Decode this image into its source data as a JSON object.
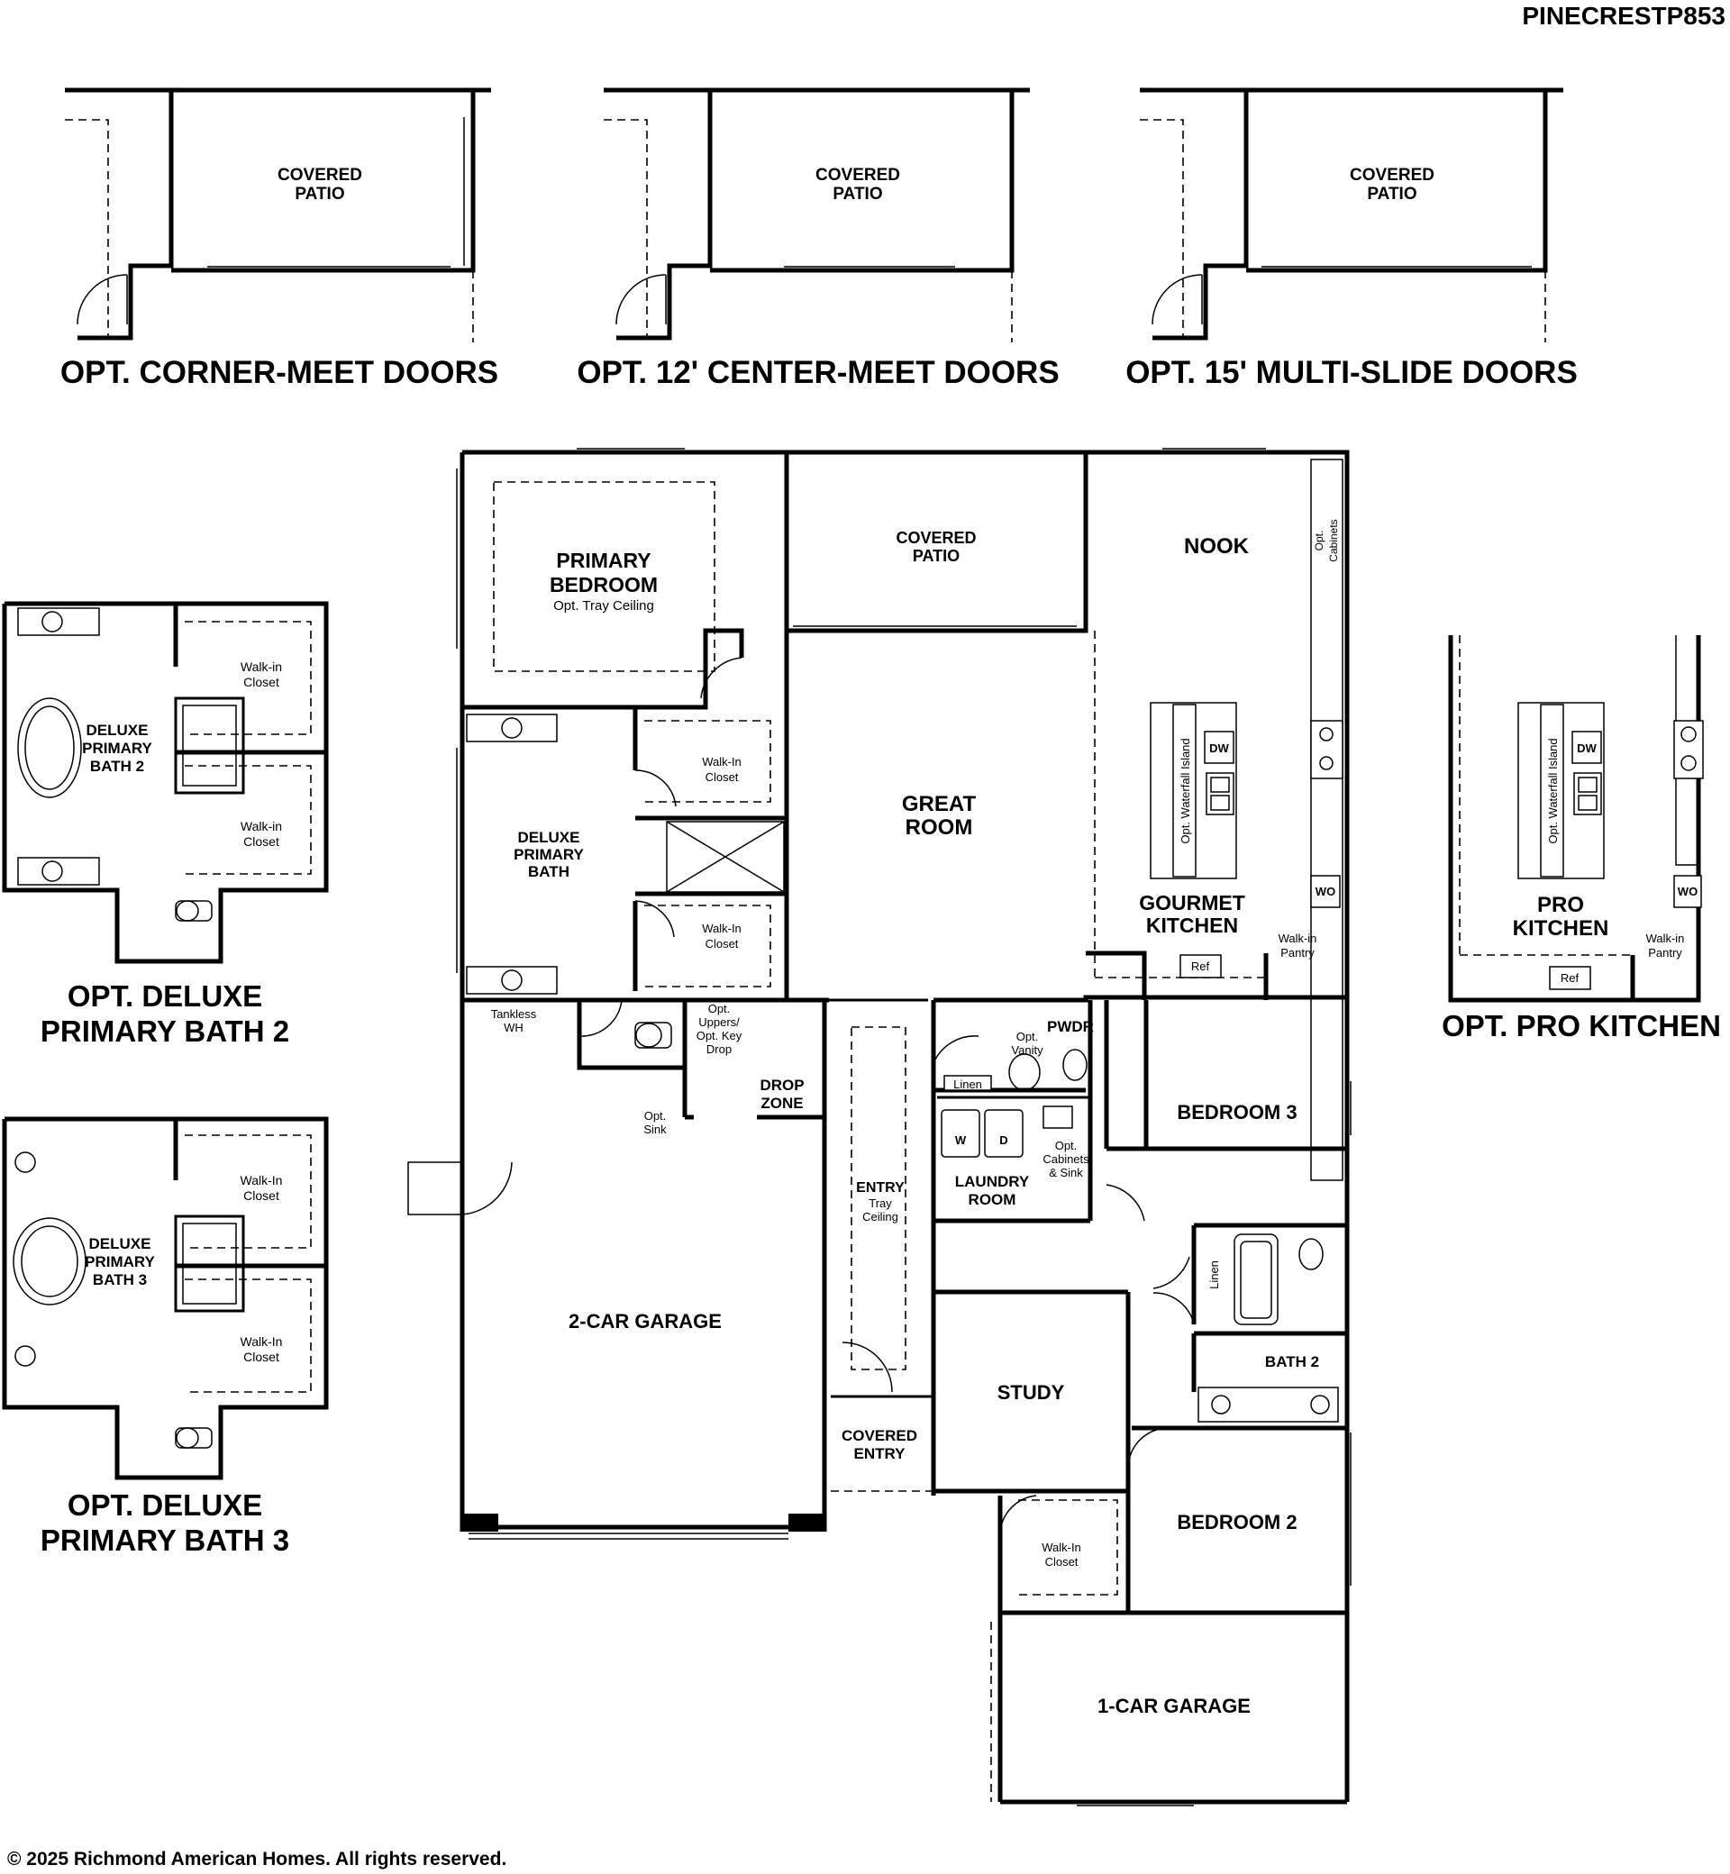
{
  "plan_code": "PINECRESTP853",
  "copyright": "© 2025 Richmond American Homes. All rights reserved.",
  "options": {
    "corner_meet": {
      "caption": "OPT. CORNER-MEET DOORS",
      "room": [
        "COVERED",
        "PATIO"
      ]
    },
    "center_meet": {
      "caption": "OPT. 12' CENTER-MEET DOORS",
      "room": [
        "COVERED",
        "PATIO"
      ]
    },
    "multi_slide": {
      "caption": "OPT. 15' MULTI-SLIDE DOORS",
      "room": [
        "COVERED",
        "PATIO"
      ]
    },
    "bath2": {
      "caption": [
        "OPT. DELUXE",
        "PRIMARY BATH 2"
      ],
      "room": [
        "DELUXE",
        "PRIMARY",
        "BATH 2"
      ],
      "closet_a": [
        "Walk-in",
        "Closet"
      ],
      "closet_b": [
        "Walk-in",
        "Closet"
      ]
    },
    "bath3": {
      "caption": [
        "OPT. DELUXE",
        "PRIMARY BATH 3"
      ],
      "room": [
        "DELUXE",
        "PRIMARY",
        "BATH 3"
      ],
      "closet_a": [
        "Walk-In",
        "Closet"
      ],
      "closet_b": [
        "Walk-In",
        "Closet"
      ]
    },
    "pro_kitchen": {
      "caption": "OPT. PRO KITCHEN",
      "room": [
        "PRO",
        "KITCHEN"
      ],
      "island": "Opt. Waterfall Island",
      "dw": "DW",
      "wo": "WO",
      "ref": "Ref",
      "pantry": [
        "Walk-in",
        "Pantry"
      ]
    }
  },
  "main_plan": {
    "primary_bedroom": {
      "name": [
        "PRIMARY",
        "BEDROOM"
      ],
      "note": "Opt. Tray Ceiling"
    },
    "covered_patio": [
      "COVERED",
      "PATIO"
    ],
    "nook": "NOOK",
    "opt_cabinets": [
      "Opt.",
      "Cabinets"
    ],
    "deluxe_primary_bath": [
      "DELUXE",
      "PRIMARY",
      "BATH"
    ],
    "walk_in_closet_1": [
      "Walk-In",
      "Closet"
    ],
    "walk_in_closet_2": [
      "Walk-In",
      "Closet"
    ],
    "great_room": [
      "GREAT",
      "ROOM"
    ],
    "gourmet_kitchen": [
      "GOURMET",
      "KITCHEN"
    ],
    "island": "Opt. Waterfall Island",
    "dw": "DW",
    "wo": "WO",
    "ref": "Ref",
    "walk_in_pantry": [
      "Walk-in",
      "Pantry"
    ],
    "tankless_wh": [
      "Tankless",
      "WH"
    ],
    "opt_uppers": [
      "Opt.",
      "Uppers/",
      "Opt. Key",
      "Drop"
    ],
    "drop_zone": [
      "DROP",
      "ZONE"
    ],
    "opt_sink": [
      "Opt.",
      "Sink"
    ],
    "pwdr": "PWDR",
    "opt_vanity": [
      "Opt.",
      "Vanity"
    ],
    "linen": "Linen",
    "washer": "W",
    "dryer": "D",
    "opt_cabinets_sink": [
      "Opt.",
      "Cabinets",
      "& Sink"
    ],
    "laundry_room": [
      "LAUNDRY",
      "ROOM"
    ],
    "bedroom_3": "BEDROOM 3",
    "entry": {
      "name": "ENTRY",
      "note": [
        "Tray",
        "Ceiling"
      ]
    },
    "two_car_garage": "2-CAR GARAGE",
    "linen_2": "Linen",
    "bath_2": "BATH 2",
    "study": "STUDY",
    "covered_entry": [
      "COVERED",
      "ENTRY"
    ],
    "bedroom_2": "BEDROOM 2",
    "walk_in_closet_3": [
      "Walk-In",
      "Closet"
    ],
    "one_car_garage": "1-CAR GARAGE"
  }
}
